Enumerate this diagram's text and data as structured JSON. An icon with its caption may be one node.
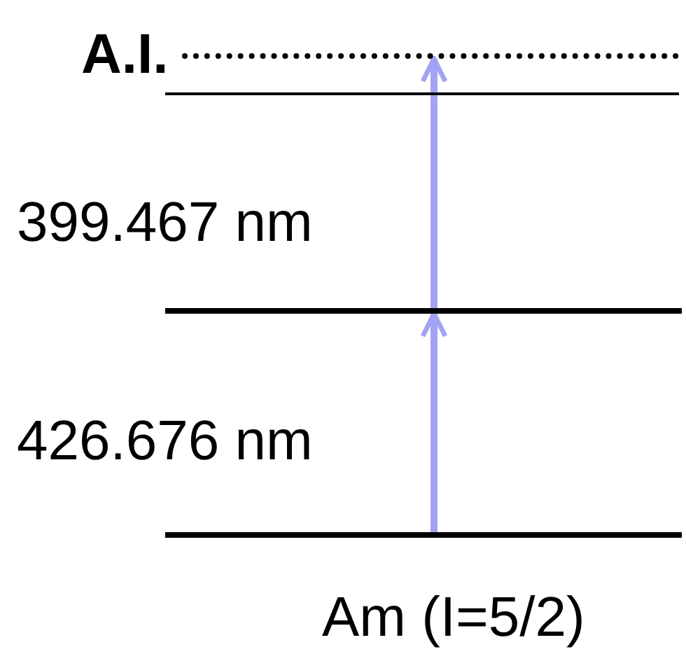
{
  "diagram": {
    "nodes": [
      {
        "text": [],
        "shape": "bar",
        "beside": [
          "A.I."
        ]
      },
      {
        "text": [],
        "shape": "bar"
      },
      {
        "text": [],
        "shape": "bar"
      },
      {
        "text": [],
        "shape": "bar",
        "beside": [
          "Am (I=5/2)"
        ]
      }
    ],
    "edges": [
      {
        "from": 3,
        "to": 2,
        "arrow": "to",
        "label": "426.676 nm"
      },
      {
        "from": 2,
        "to": 0,
        "arrow": "to",
        "label": "399.467 nm"
      }
    ]
  }
}
